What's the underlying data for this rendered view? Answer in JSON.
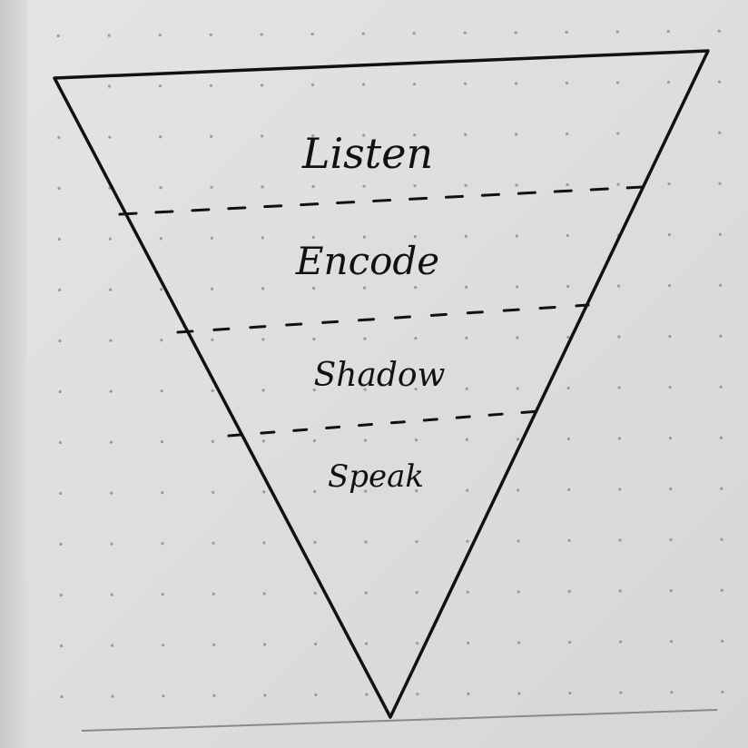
{
  "diagram": {
    "stages": [
      {
        "label": "Listen"
      },
      {
        "label": "Encode"
      },
      {
        "label": "Shadow"
      },
      {
        "label": "Speak"
      }
    ],
    "ink_color": "#111111",
    "paper_color": "#e1e1df",
    "dot_color": "#9a9a98"
  }
}
